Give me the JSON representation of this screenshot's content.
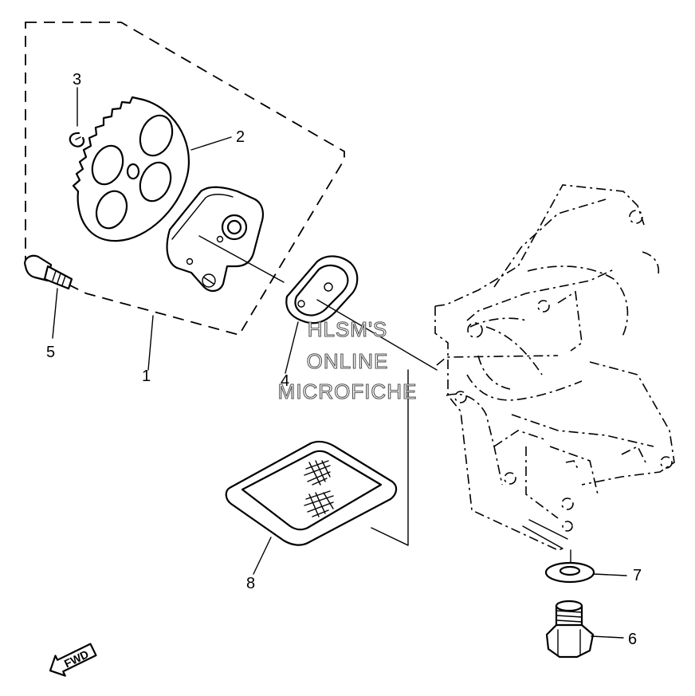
{
  "callouts": {
    "c1": "1",
    "c2": "2",
    "c3": "3",
    "c4": "4",
    "c5": "5",
    "c6": "6",
    "c7": "7",
    "c8": "8"
  },
  "watermark": {
    "line1": "HLSM'S",
    "line2": "ONLINE",
    "line3": "MICROFICHE"
  },
  "direction_label": "FWD"
}
